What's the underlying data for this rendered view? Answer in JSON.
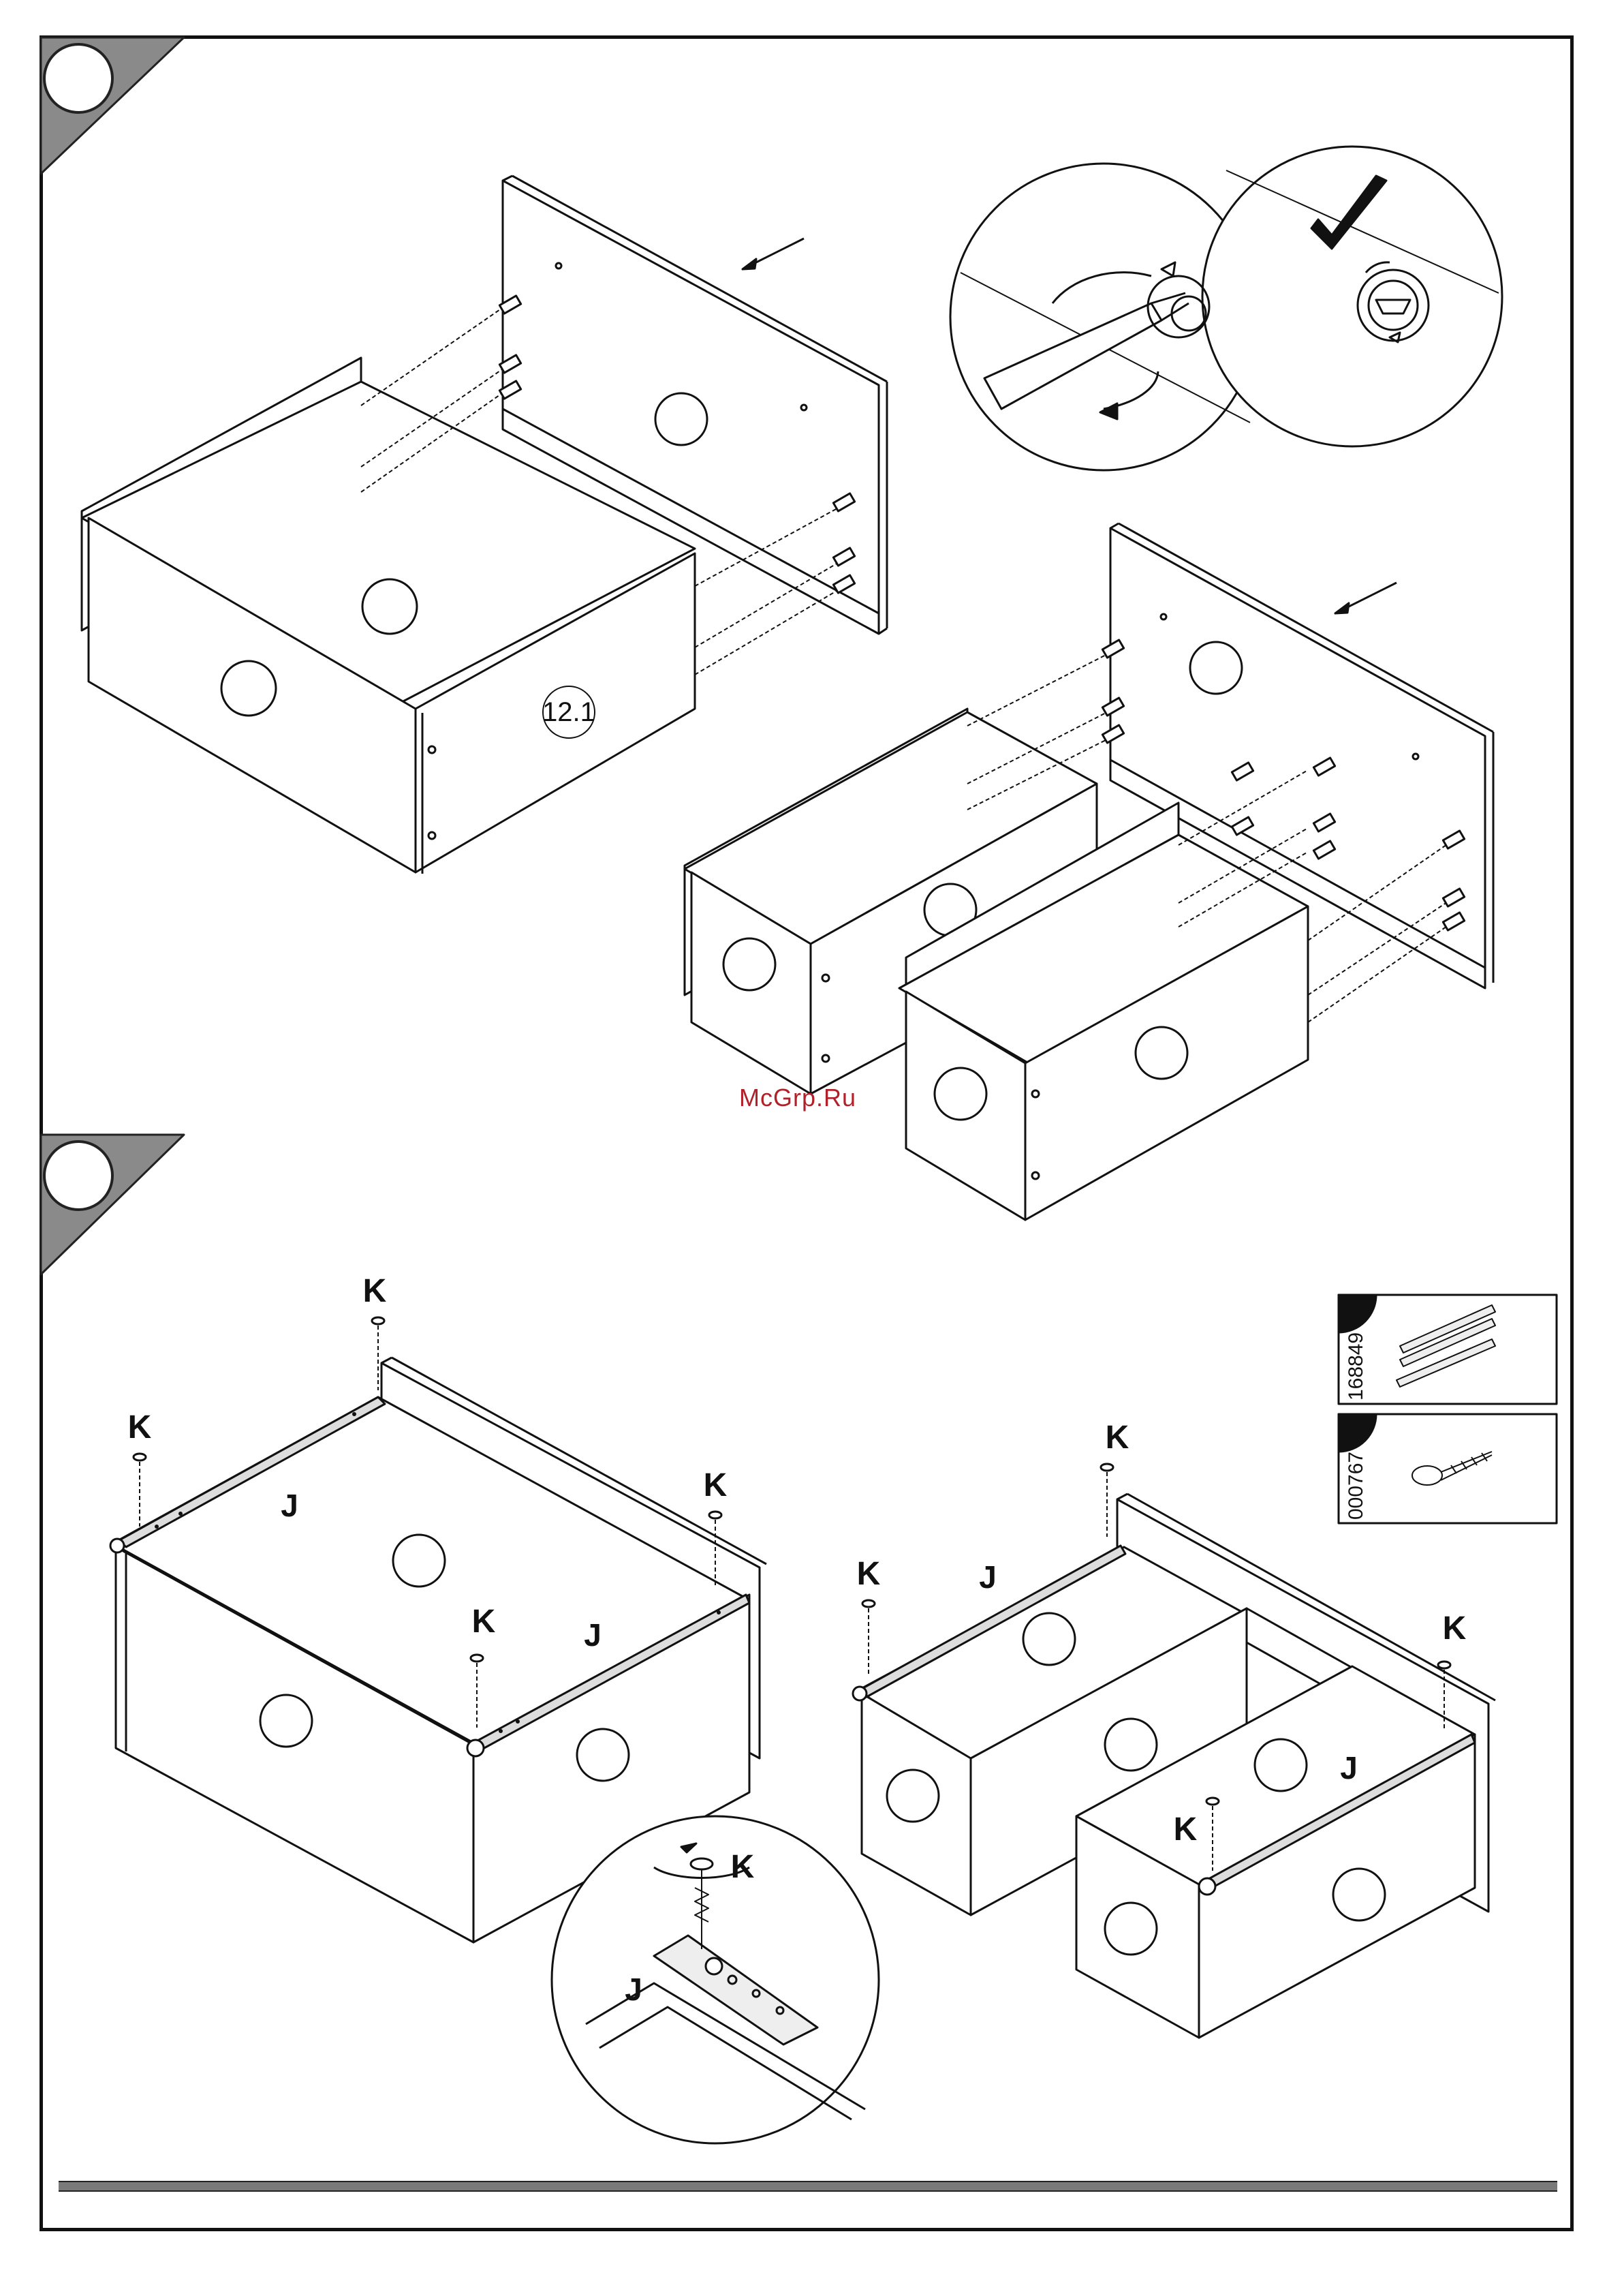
{
  "steps": [
    {
      "label": "12.1"
    }
  ],
  "callouts": {
    "slide_part": "J",
    "screw_part": "K"
  },
  "part_boxes": [
    {
      "code": "168849",
      "icon": "drawer-slide-icon"
    },
    {
      "code": "000767",
      "icon": "screw-icon"
    }
  ],
  "watermark": "McGrp.Ru",
  "colors": {
    "line": "#111111",
    "gray": "#7a7a7a",
    "watermark": "#b0212a"
  }
}
